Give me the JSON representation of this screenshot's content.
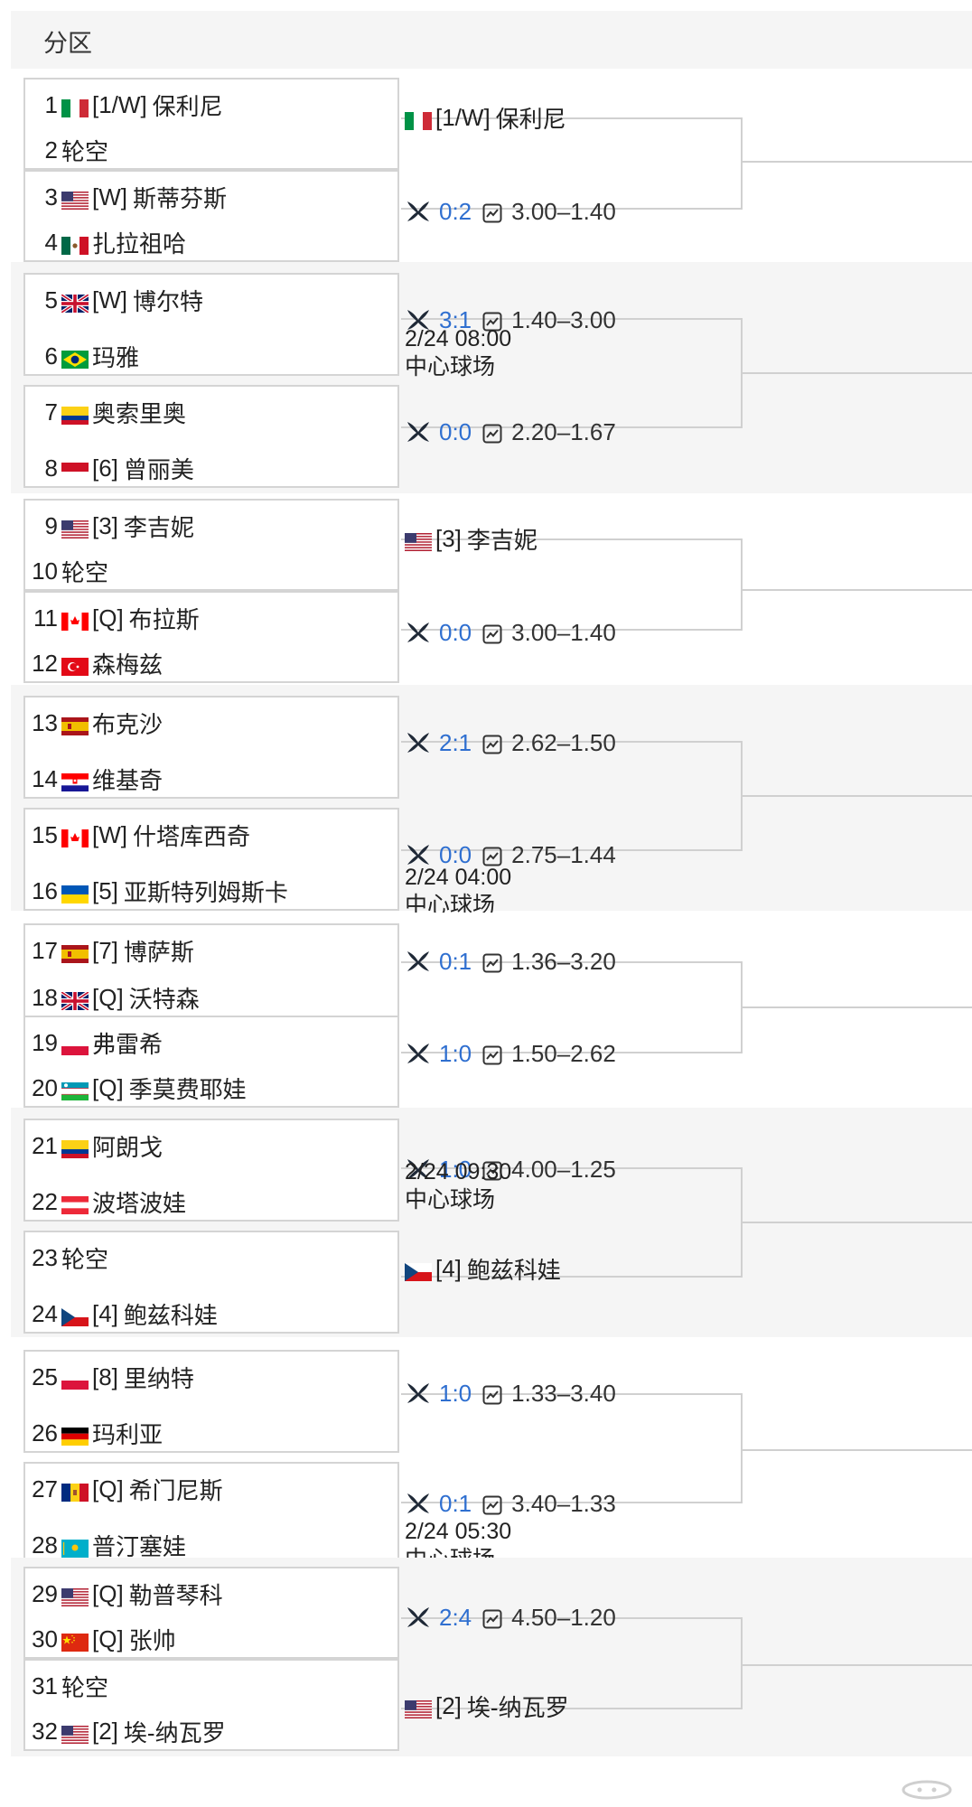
{
  "title": "分区",
  "flag_colors": {
    "it": [
      "#009246",
      "#ffffff",
      "#ce2b37"
    ],
    "us": [
      "#b22234",
      "#3c3b6e"
    ],
    "mx": [
      "#006847",
      "#ffffff",
      "#ce1126"
    ],
    "gb": [
      "#012169",
      "#c8102e",
      "#ffffff"
    ],
    "br": [
      "#009c3b",
      "#ffdf00",
      "#002776"
    ],
    "co": [
      "#fcd116",
      "#003893",
      "#ce1126"
    ],
    "id": [
      "#ce1126",
      "#ffffff"
    ],
    "ca": [
      "#ff0000",
      "#ffffff"
    ],
    "tr": [
      "#e30a17",
      "#ffffff"
    ],
    "es": [
      "#aa151b",
      "#f1bf00"
    ],
    "hr": [
      "#ff0000",
      "#ffffff",
      "#171796"
    ],
    "ua": [
      "#0057b7",
      "#ffd700"
    ],
    "pl": [
      "#ffffff",
      "#dc143c"
    ],
    "uz": [
      "#1eb53a",
      "#0099b5",
      "#ffffff",
      "#ce1126"
    ],
    "at": [
      "#ed2939",
      "#ffffff"
    ],
    "cz": [
      "#11457e",
      "#d7141a",
      "#ffffff"
    ],
    "de": [
      "#000000",
      "#dd0000",
      "#ffce00"
    ],
    "ro": [
      "#002b7f",
      "#fcd116",
      "#ce1126"
    ],
    "kz": [
      "#00afca",
      "#fec50c"
    ],
    "cn": [
      "#de2910",
      "#ffde00"
    ]
  },
  "players": [
    {
      "num": "1",
      "flag": "it",
      "seed": "[1/W]",
      "name": "保利尼"
    },
    {
      "num": "2",
      "flag": "",
      "seed": "",
      "name": "轮空"
    },
    {
      "num": "3",
      "flag": "us",
      "seed": "[W]",
      "name": "斯蒂芬斯"
    },
    {
      "num": "4",
      "flag": "mx",
      "seed": "",
      "name": "扎拉祖哈"
    },
    {
      "num": "5",
      "flag": "gb",
      "seed": "[W]",
      "name": "博尔特"
    },
    {
      "num": "6",
      "flag": "br",
      "seed": "",
      "name": "玛雅"
    },
    {
      "num": "7",
      "flag": "co",
      "seed": "",
      "name": "奥索里奥"
    },
    {
      "num": "8",
      "flag": "id",
      "seed": "[6]",
      "name": "曾丽美"
    },
    {
      "num": "9",
      "flag": "us",
      "seed": "[3]",
      "name": "李吉妮"
    },
    {
      "num": "10",
      "flag": "",
      "seed": "",
      "name": "轮空"
    },
    {
      "num": "11",
      "flag": "ca",
      "seed": "[Q]",
      "name": "布拉斯"
    },
    {
      "num": "12",
      "flag": "tr",
      "seed": "",
      "name": "森梅兹"
    },
    {
      "num": "13",
      "flag": "es",
      "seed": "",
      "name": "布克沙"
    },
    {
      "num": "14",
      "flag": "hr",
      "seed": "",
      "name": "维基奇"
    },
    {
      "num": "15",
      "flag": "ca",
      "seed": "[W]",
      "name": "什塔库西奇"
    },
    {
      "num": "16",
      "flag": "ua",
      "seed": "[5]",
      "name": "亚斯特列姆斯卡"
    },
    {
      "num": "17",
      "flag": "es",
      "seed": "[7]",
      "name": "博萨斯"
    },
    {
      "num": "18",
      "flag": "gb",
      "seed": "[Q]",
      "name": "沃特森"
    },
    {
      "num": "19",
      "flag": "pl",
      "seed": "",
      "name": "弗雷希"
    },
    {
      "num": "20",
      "flag": "uz",
      "seed": "[Q]",
      "name": "季莫费耶娃"
    },
    {
      "num": "21",
      "flag": "co",
      "seed": "",
      "name": "阿朗戈"
    },
    {
      "num": "22",
      "flag": "at",
      "seed": "",
      "name": "波塔波娃"
    },
    {
      "num": "23",
      "flag": "",
      "seed": "",
      "name": "轮空"
    },
    {
      "num": "24",
      "flag": "cz",
      "seed": "[4]",
      "name": "鲍兹科娃"
    },
    {
      "num": "25",
      "flag": "pl",
      "seed": "[8]",
      "name": "里纳特"
    },
    {
      "num": "26",
      "flag": "de",
      "seed": "",
      "name": "玛利亚"
    },
    {
      "num": "27",
      "flag": "ro",
      "seed": "[Q]",
      "name": "希门尼斯"
    },
    {
      "num": "28",
      "flag": "kz",
      "seed": "",
      "name": "普汀塞娃"
    },
    {
      "num": "29",
      "flag": "us",
      "seed": "[Q]",
      "name": "勒普琴科"
    },
    {
      "num": "30",
      "flag": "cn",
      "seed": "[Q]",
      "name": "张帅"
    },
    {
      "num": "31",
      "flag": "",
      "seed": "",
      "name": "轮空"
    },
    {
      "num": "32",
      "flag": "us",
      "seed": "[2]",
      "name": "埃-纳瓦罗"
    }
  ],
  "matches": [
    {
      "type": "adv",
      "flag": "it",
      "seed": "[1/W]",
      "name": "保利尼"
    },
    {
      "type": "odds",
      "score": "0:2",
      "odds": "3.00–1.40"
    },
    {
      "type": "odds",
      "score": "3:1",
      "odds": "1.40–3.00"
    },
    {
      "type": "odds",
      "score": "0:0",
      "odds": "2.20–1.67"
    },
    {
      "type": "adv",
      "flag": "us",
      "seed": "[3]",
      "name": "李吉妮"
    },
    {
      "type": "odds",
      "score": "0:0",
      "odds": "3.00–1.40"
    },
    {
      "type": "odds",
      "score": "2:1",
      "odds": "2.62–1.50"
    },
    {
      "type": "odds",
      "score": "0:0",
      "odds": "2.75–1.44"
    },
    {
      "type": "odds",
      "score": "0:1",
      "odds": "1.36–3.20"
    },
    {
      "type": "odds",
      "score": "1:0",
      "odds": "1.50–2.62"
    },
    {
      "type": "odds",
      "score": "1:0",
      "odds": "4.00–1.25"
    },
    {
      "type": "adv",
      "flag": "cz",
      "seed": "[4]",
      "name": "鲍兹科娃"
    },
    {
      "type": "odds",
      "score": "1:0",
      "odds": "1.33–3.40"
    },
    {
      "type": "odds",
      "score": "0:1",
      "odds": "3.40–1.33"
    },
    {
      "type": "odds",
      "score": "2:4",
      "odds": "4.50–1.20"
    },
    {
      "type": "adv",
      "flag": "us",
      "seed": "[2]",
      "name": "埃-纳瓦罗"
    }
  ],
  "schedules": [
    {
      "time": "2/24 08:00",
      "venue": "中心球场"
    },
    {
      "time": "2/24 04:00",
      "venue": "中心球场"
    },
    {
      "time": "2/24 09:30",
      "venue": "中心球场"
    },
    {
      "time": "2/24 05:30",
      "venue": "中心球场"
    }
  ]
}
